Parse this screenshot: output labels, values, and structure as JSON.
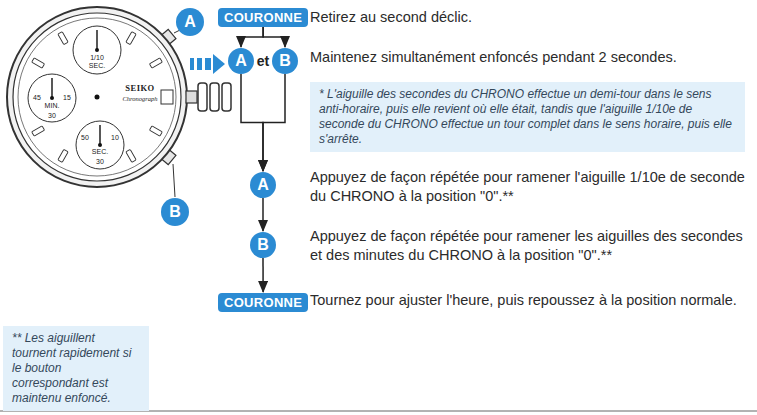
{
  "diagram": {
    "nodes": [
      {
        "text": [
          "A"
        ]
      },
      {
        "text": [
          "B"
        ]
      },
      {
        "text": [
          "COURONNE"
        ]
      },
      {
        "text": [
          "A"
        ]
      },
      {
        "text": [
          "B"
        ]
      },
      {
        "text": [
          "* L'aiguille des secondes du CHRONO effectue un demi-tour dans le sens anti-horaire, puis elle revient où elle était, tandis que l'aiguille 1/10e de seconde du CHRONO effectue un tour complet dans le sens horaire, puis elle s'arrête."
        ]
      },
      {
        "text": [
          "A"
        ]
      },
      {
        "text": [
          "B"
        ]
      },
      {
        "text": [
          "COURONNE"
        ]
      },
      {
        "text": [
          "** Les aiguillent tournent rapidement si le bouton correspondant est maintenu enfoncé."
        ]
      }
    ],
    "edges": [
      {
        "from": 2,
        "to": 3,
        "arrow": "to"
      },
      {
        "from": 2,
        "to": 4,
        "arrow": "to"
      },
      {
        "from": 3,
        "to": 6,
        "arrow": "to"
      },
      {
        "from": 4,
        "to": 6,
        "arrow": "to"
      },
      {
        "from": 6,
        "to": 7,
        "arrow": "to"
      },
      {
        "from": 7,
        "to": 8,
        "arrow": "to"
      }
    ],
    "labels": [
      "Retirez au second déclic.",
      "et",
      "Maintenez simultanément enfoncés pendant 2 secondes.",
      "Appuyez de façon répétée pour ramener l'aiguille 1/10e de seconde du CHRONO à la position \"0\".**",
      "Appuyez de façon répétée pour ramener les aiguilles des secondes et des minutes du CHRONO à la position \"0\".**",
      "Tournez pour ajuster l'heure, puis repoussez à la position normale.",
      "1/10",
      "SEC.",
      "MIN.",
      "45",
      "15",
      "30",
      "SEC.",
      "10",
      "30",
      "50",
      "SEIKO",
      "Chronograph"
    ]
  }
}
